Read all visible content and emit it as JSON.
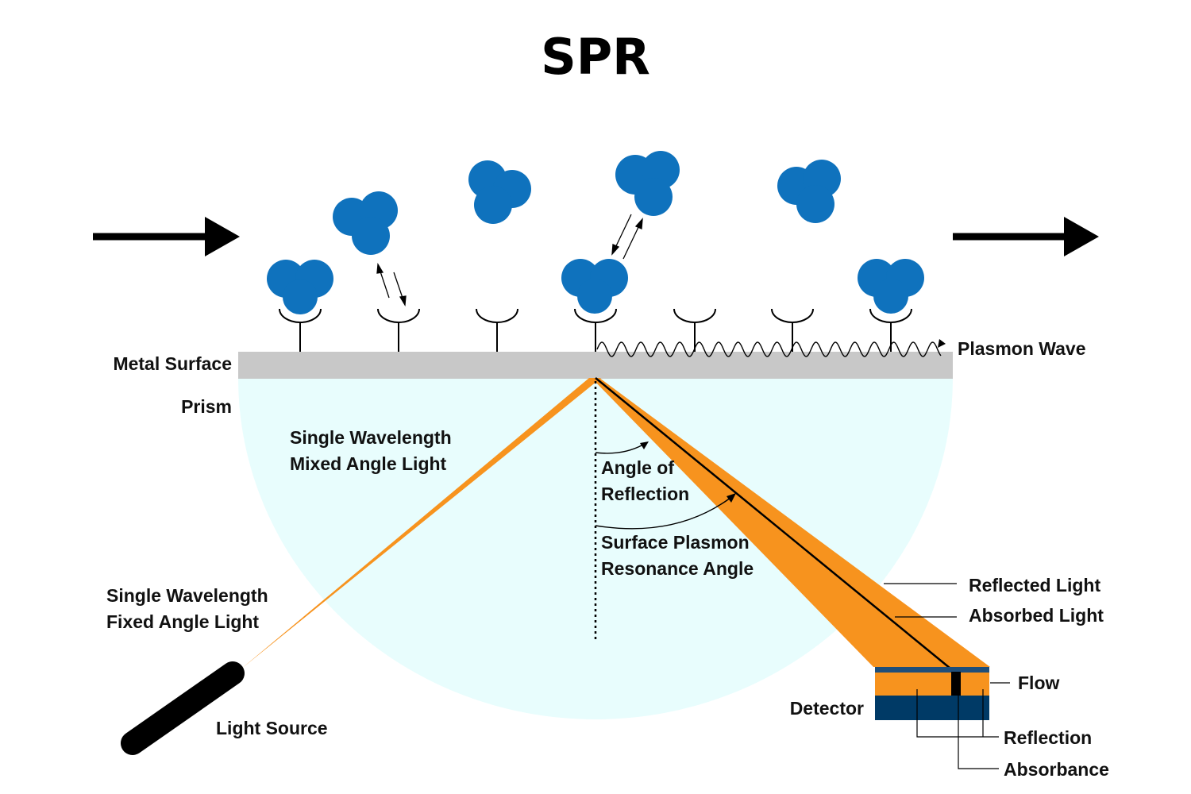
{
  "title": "SPR",
  "labels": {
    "metal_surface": "Metal Surface",
    "prism": "Prism",
    "plasmon_wave": "Plasmon Wave",
    "mixed_light_1": "Single Wavelength",
    "mixed_light_2": "Mixed Angle Light",
    "fixed_light_1": "Single Wavelength",
    "fixed_light_2": "Fixed Angle Light",
    "light_source": "Light Source",
    "angle_reflection_1": "Angle of",
    "angle_reflection_2": "Reflection",
    "spr_angle_1": "Surface Plasmon",
    "spr_angle_2": "Resonance Angle",
    "reflected_light": "Reflected Light",
    "absorbed_light": "Absorbed Light",
    "flow": "Flow",
    "detector": "Detector",
    "reflection": "Reflection",
    "absorbance": "Absorbance"
  },
  "colors": {
    "prism": "#e8fdfd",
    "metal": "#c8c8c8",
    "beam": "#f7931e",
    "molecule": "#0f72bd",
    "detector_top": "#1f4e79",
    "detector_base": "#003a66",
    "line": "#000000"
  }
}
